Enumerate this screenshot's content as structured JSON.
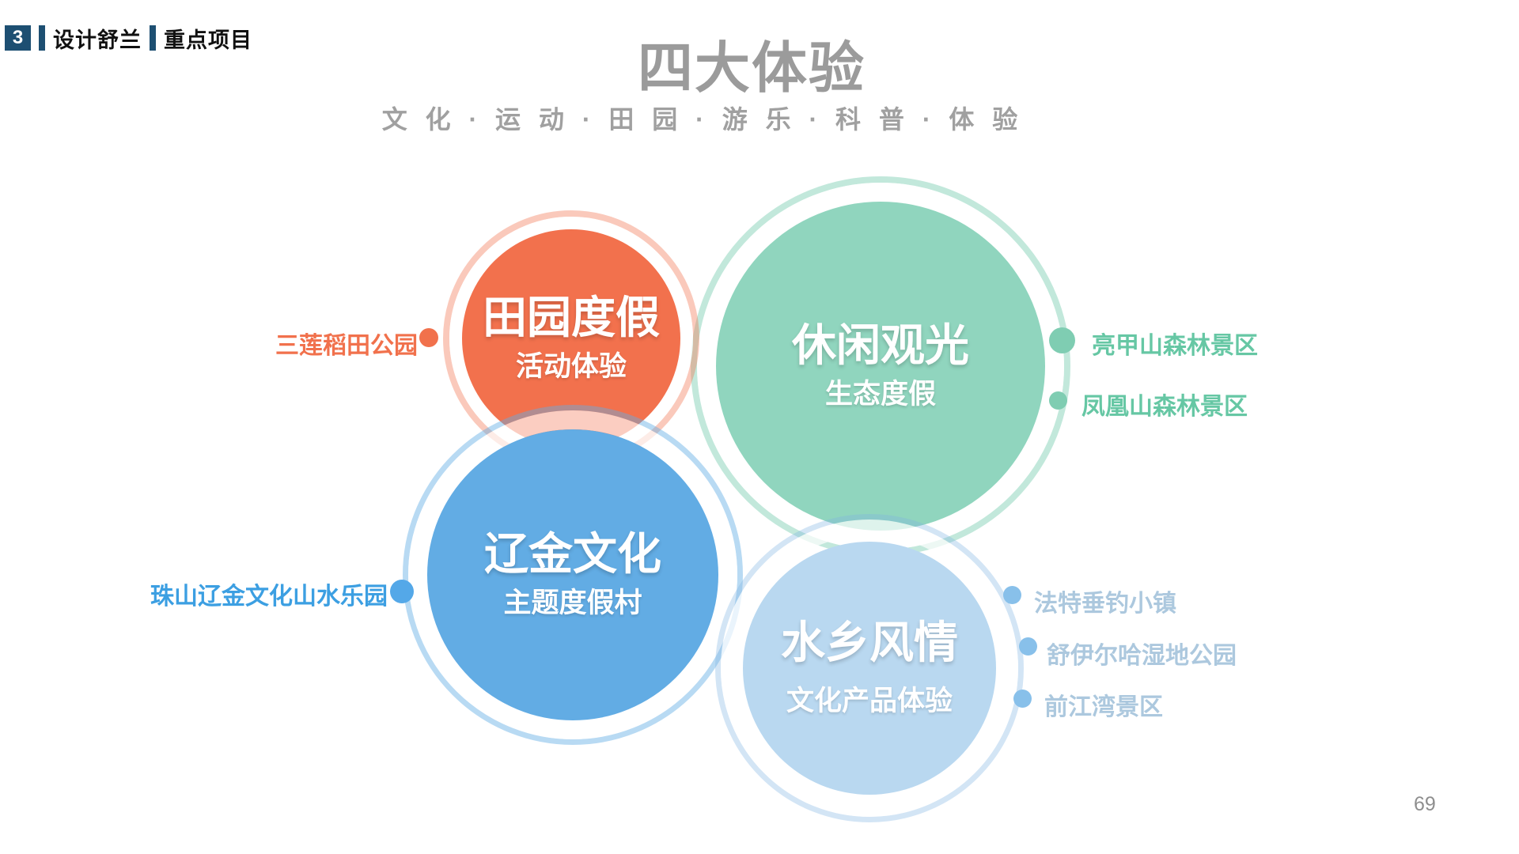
{
  "header": {
    "badge": "3",
    "section": "设计舒兰",
    "topic": "重点项目"
  },
  "title": {
    "main": "四大体验",
    "subtitle": "文 化 · 运 动 · 田 园 · 游 乐 · 科 普 · 体 验"
  },
  "page_number": "69",
  "colors": {
    "header_accent": "#1D4F72",
    "title_gray": "#9B9B9B",
    "orange": "#F2714D",
    "teal": "#90D5BE",
    "blue": "#62ACE4",
    "light_blue": "#B9D8F0",
    "orange_label": "#F1714C",
    "teal_label": "#66C7A4",
    "blue_label": "#3C9FE2",
    "light_blue_label": "#ACC8DE"
  },
  "groups": [
    {
      "title": "田园度假",
      "subtitle": "活动体验",
      "items": [
        {
          "label": "三莲稻田公园"
        }
      ]
    },
    {
      "title": "休闲观光",
      "subtitle": "生态度假",
      "items": [
        {
          "label": "亮甲山森林景区"
        },
        {
          "label": "凤凰山森林景区"
        }
      ]
    },
    {
      "title": "辽金文化",
      "subtitle": "主题度假村",
      "items": [
        {
          "label": "珠山辽金文化山水乐园"
        }
      ]
    },
    {
      "title": "水乡风情",
      "subtitle": "文化产品体验",
      "items": [
        {
          "label": "法特垂钓小镇"
        },
        {
          "label": "舒伊尔哈湿地公园"
        },
        {
          "label": "前江湾景区"
        }
      ]
    }
  ]
}
